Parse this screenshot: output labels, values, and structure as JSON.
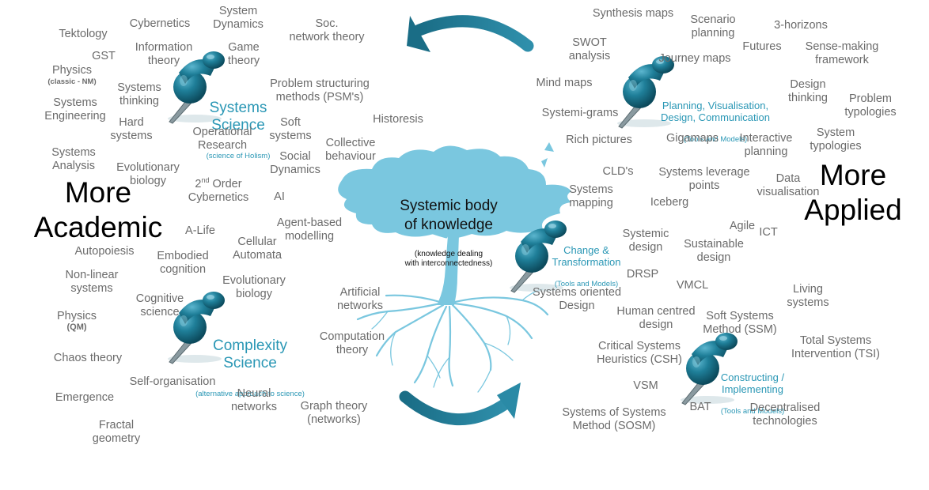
{
  "colors": {
    "tree": "#7ac7df",
    "pin": "#1d6f88",
    "accent": "#2a97b5",
    "text": "#6b6b6b",
    "arrow": "#237a93"
  },
  "icons": [
    "pushpin-icon",
    "curved-arrow-icon",
    "tree-icon"
  ],
  "center": {
    "title": "Systemic body\nof knowledge",
    "subtitle": "(knowledge dealing\nwith interconnectedness)"
  },
  "headings": {
    "academic": "More\nAcademic",
    "applied": "More\nApplied"
  },
  "hubs": {
    "systems_science": {
      "name": "Systems\nScience",
      "sub": "(science of Holism)"
    },
    "complexity_science": {
      "name": "Complexity\nScience",
      "sub": "(alternative approach to science)"
    },
    "planning": {
      "name": "Planning, Visualisation,\nDesign, Communication",
      "sub": "(Tools and Models)"
    },
    "change": {
      "name": "Change &\nTransformation",
      "sub": "(Tools and Models)"
    },
    "constructing": {
      "name": "Constructing /\nImplementing",
      "sub": "(Tools and Models)"
    }
  },
  "academic_terms": [
    "Tektology",
    "Cybernetics",
    "System\nDynamics",
    "Soc.\nnetwork theory",
    "GST",
    "Information\ntheory",
    "Game\ntheory",
    "Physics",
    "Systems\nEngineering",
    "Systems\nthinking",
    "Problem structuring\nmethods (PSM's)",
    "Hard\nsystems",
    "Soft\nsystems",
    "Operational\nResearch",
    "Historesis",
    "Systems\nAnalysis",
    "Evolutionary\nbiology",
    "Social\nDynamics",
    "Collective\nbehaviour",
    "Order\nCybernetics",
    "AI",
    "A-Life",
    "Agent-based\nmodelling",
    "Cellular\nAutomata",
    "Autopoiesis",
    "Embodied\ncognition",
    "Non-linear\nsystems",
    "Evolutionary\nbiology",
    "Cognitive\nscience",
    "Physics",
    "Artificial\nnetworks",
    "Computation\ntheory",
    "Chaos theory",
    "Self-organisation",
    "Emergence",
    "Neural\nnetworks",
    "Graph theory\n(networks)",
    "Fractal\ngeometry"
  ],
  "physics_notes": {
    "classic": "(classic - NM)",
    "qm": "(QM)"
  },
  "second_order_prefix": "2",
  "second_order_sup": "nd",
  "applied_terms": [
    "Synthesis maps",
    "Scenario\nplanning",
    "3-horizons",
    "SWOT\nanalysis",
    "Futures",
    "Sense-making\nframework",
    "Journey maps",
    "Mind maps",
    "Design\nthinking",
    "Problem\ntypologies",
    "Systemi-grams",
    "Rich pictures",
    "Gigamaps",
    "Interactive\nplanning",
    "System\ntypologies",
    "CLD's",
    "Systems leverage\npoints",
    "Data\nvisualisation",
    "Systems\nmapping",
    "Iceberg",
    "Agile",
    "ICT",
    "Systemic\ndesign",
    "Sustainable\ndesign",
    "DRSP",
    "VMCL",
    "Systems oriented\nDesign",
    "Living\nsystems",
    "Human centred\ndesign",
    "Soft Systems\nMethod (SSM)",
    "Critical Systems\nHeuristics (CSH)",
    "Total Systems\nIntervention (TSI)",
    "VSM",
    "Systems of Systems\nMethod (SOSM)",
    "BAT",
    "Decentralised\ntechnologies"
  ]
}
